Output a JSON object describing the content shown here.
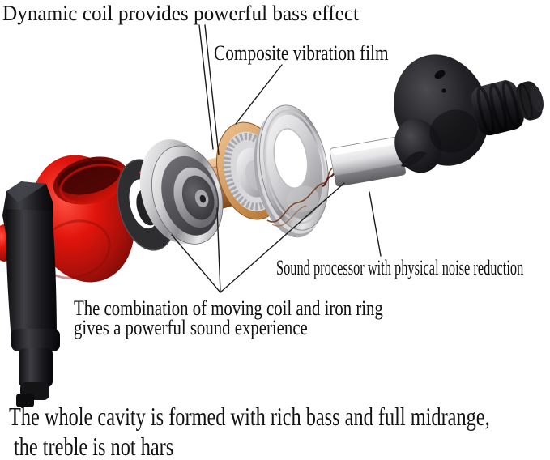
{
  "image_type": "earphone-exploded-view-product-diagram",
  "background_color": "#ffffff",
  "text_color": "#121212",
  "labels": {
    "dynamic_coil": "Dynamic coil provides powerful bass effect",
    "vibration_film": "Composite vibration film",
    "sound_processor": "Sound processor with physical noise reduction",
    "combination_line1": "The combination of moving coil and iron ring",
    "combination_line2": "gives a powerful sound experience",
    "bottom_line1": "The whole cavity is formed with rich bass and full midrange,",
    "bottom_line2": "the treble is not hars"
  },
  "parts": [
    {
      "name": "earphone-stem",
      "color": "#1a1a1e"
    },
    {
      "name": "ear-cushion",
      "color": "#d81410"
    },
    {
      "name": "gasket-ring",
      "color": "#2e2e31"
    },
    {
      "name": "driver-housing",
      "color": "#b9b9bd"
    },
    {
      "name": "voice-coil",
      "color": "#c98850"
    },
    {
      "name": "vibration-film",
      "color": "#d9a05f"
    },
    {
      "name": "diaphragm-plate",
      "color": "#c7c7ca"
    },
    {
      "name": "connecting-wire",
      "color": "#7a4526"
    },
    {
      "name": "sound-processor",
      "color": "#e3e3e5"
    },
    {
      "name": "front-housing",
      "color": "#1d1d20"
    },
    {
      "name": "ear-tip-nozzle",
      "color": "#222226"
    }
  ]
}
